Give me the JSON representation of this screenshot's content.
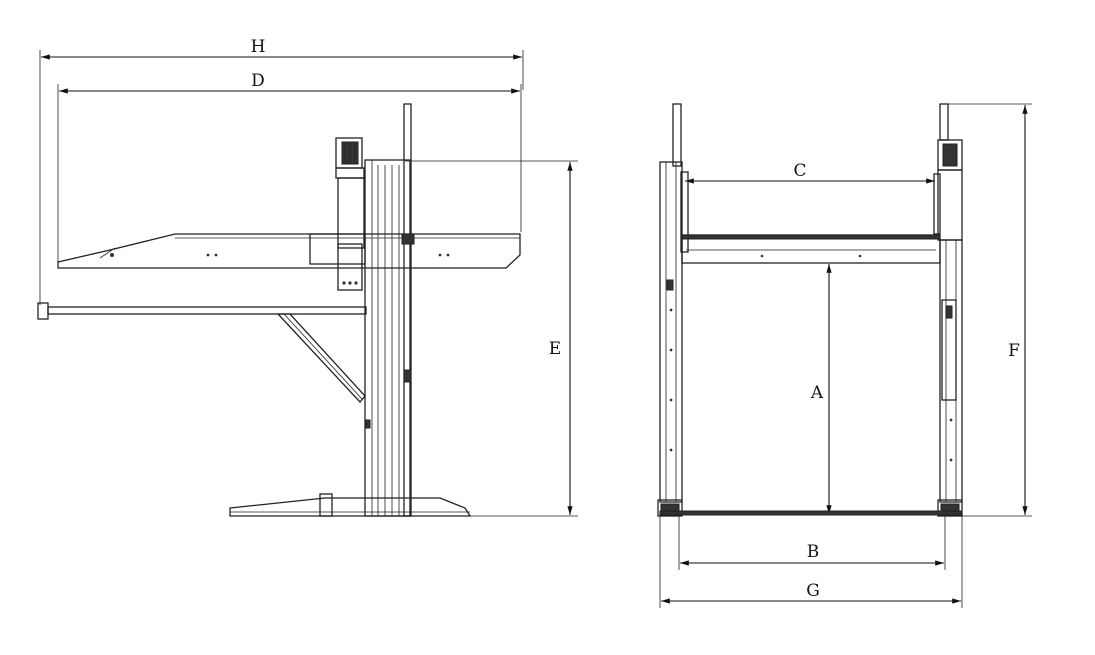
{
  "dimension_labels": {
    "h": "H",
    "d": "D",
    "e": "E",
    "c": "C",
    "a": "A",
    "f": "F",
    "b": "B",
    "g": "G"
  },
  "colors": {
    "line": "#222222",
    "background": "#ffffff"
  }
}
